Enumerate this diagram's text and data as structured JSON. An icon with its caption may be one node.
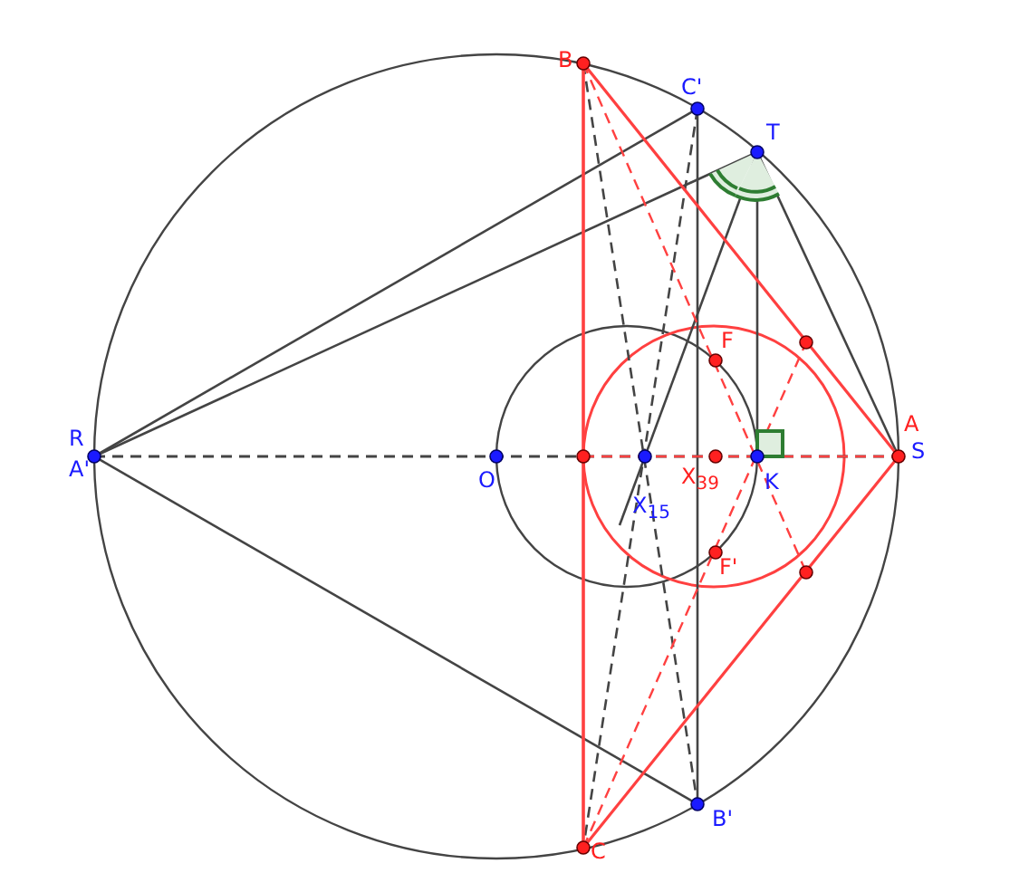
{
  "diagram": {
    "labels": [
      "B",
      "C'",
      "T",
      "R",
      "A'",
      "A",
      "S",
      "O",
      "F",
      "X$_{39}$",
      "K",
      "X$_{15}$",
      "F'",
      "B'",
      "C"
    ]
  }
}
